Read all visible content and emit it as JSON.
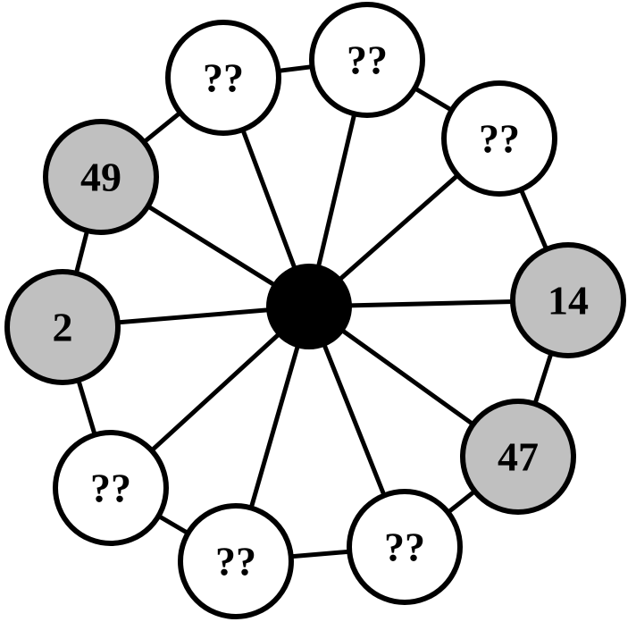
{
  "puzzle": {
    "hub": {
      "color": "#000000"
    },
    "nodes": [
      {
        "label": "??",
        "filled": false
      },
      {
        "label": "??",
        "filled": false
      },
      {
        "label": "??",
        "filled": false
      },
      {
        "label": "14",
        "filled": true
      },
      {
        "label": "47",
        "filled": true
      },
      {
        "label": "??",
        "filled": false
      },
      {
        "label": "??",
        "filled": false
      },
      {
        "label": "??",
        "filled": false
      },
      {
        "label": "2",
        "filled": true
      },
      {
        "label": "49",
        "filled": true
      }
    ],
    "colors": {
      "filled": "#c0c0c0",
      "empty": "#ffffff",
      "stroke": "#000000"
    }
  }
}
